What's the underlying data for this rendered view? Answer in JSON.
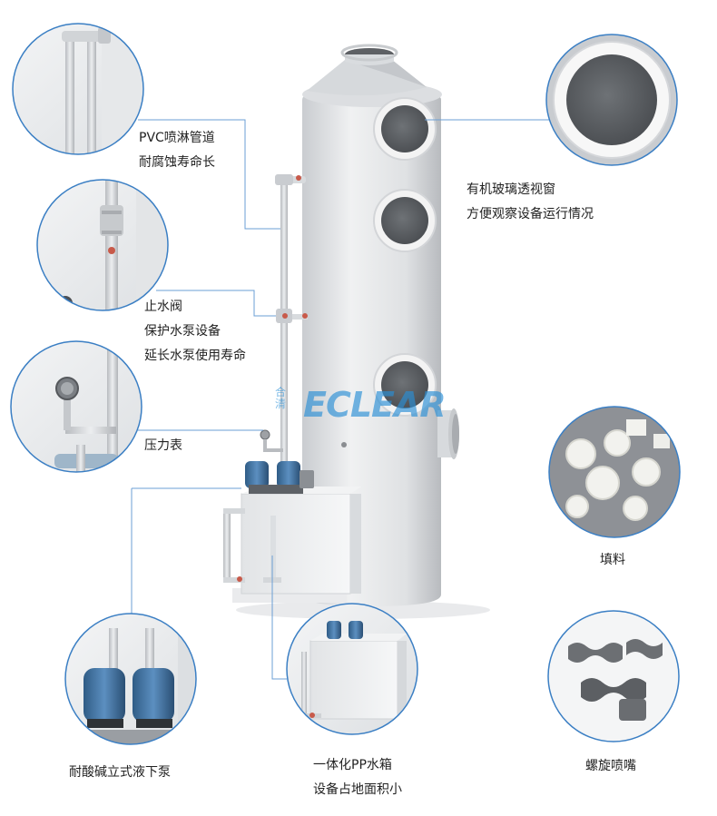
{
  "callouts": {
    "pvc_pipe": [
      "PVC喷淋管道",
      "耐腐蚀寿命长"
    ],
    "check_valve": [
      "止水阀",
      "保护水泵设备",
      "延长水泵使用寿命"
    ],
    "pressure_gauge": [
      "压力表"
    ],
    "sight_window": [
      "有机玻璃透视窗",
      "方便观察设备运行情况"
    ],
    "packing": [
      "填料"
    ],
    "spiral_nozzle": [
      "螺旋喷嘴"
    ],
    "pump": [
      "耐酸碱立式液下泵"
    ],
    "water_tank": [
      "一体化PP水箱",
      "设备占地面积小"
    ]
  },
  "logo": {
    "text": "ECLEAR",
    "cn": "合清"
  },
  "colors": {
    "ring": "#3b7fc4",
    "leader": "#6b9fd4",
    "body": "#e4e6e8",
    "window": "#5c5f63",
    "flange": "#f5f5f5",
    "motor": "#3d6e9c"
  }
}
